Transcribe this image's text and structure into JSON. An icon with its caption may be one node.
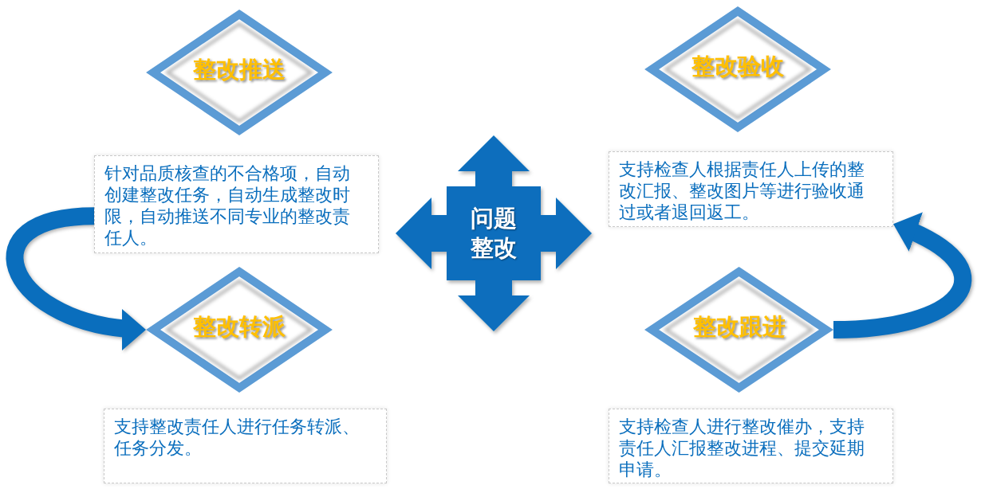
{
  "diagram": {
    "nodes": [
      {
        "text": [
          "整改推送"
        ]
      },
      {
        "text": [
          "整改验收"
        ]
      },
      {
        "text": [
          "针对品质核查的不合格项，自动创建整改任务，自动生成整改时限，自动推送不同专业的整改责任人。"
        ]
      },
      {
        "text": [
          "支持检查人根据责任人上传的整改汇报、整改图片等进行验收通过或者退回返工。"
        ]
      },
      {
        "text": [
          "问题整改"
        ]
      },
      {
        "text": [
          "整改转派"
        ]
      },
      {
        "text": [
          "整改跟进"
        ]
      },
      {
        "text": [
          "支持整改责任人进行任务转派、任务分发。"
        ]
      },
      {
        "text": [
          "支持检查人进行整改催办，支持责任人汇报整改进程、提交延期申请。"
        ]
      }
    ],
    "edges": [
      {
        "from": 2,
        "to": 5,
        "arrow": "to"
      },
      {
        "from": 6,
        "to": 3,
        "arrow": "to"
      }
    ]
  }
}
